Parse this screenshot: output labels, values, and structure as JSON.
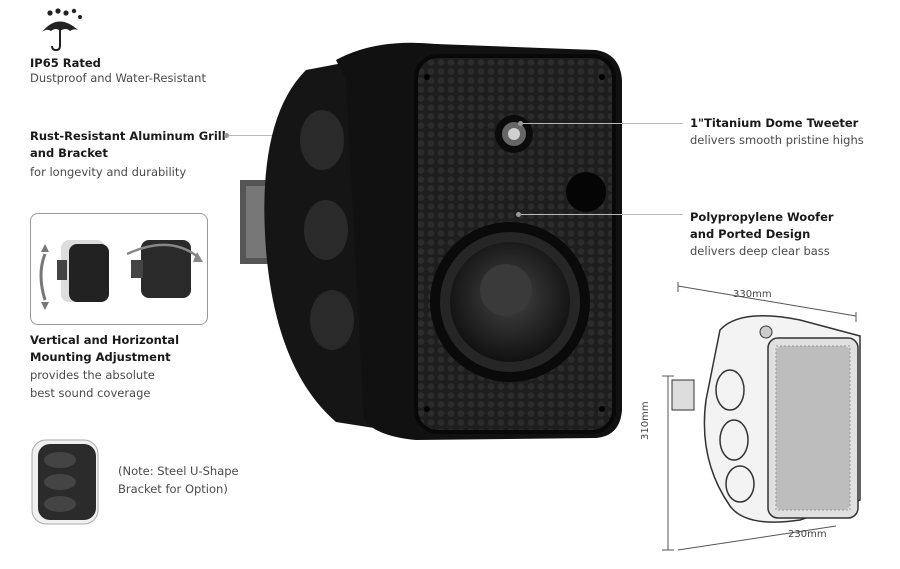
{
  "features": {
    "ip65": {
      "icon": "umbrella-rain-icon",
      "title": "IP65 Rated",
      "desc": "Dustproof and Water-Resistant"
    },
    "grill": {
      "title_line1": "Rust-Resistant Aluminum Grill",
      "title_line2": "and Bracket",
      "desc": "for longevity and durability"
    },
    "mount": {
      "title_line1": "Vertical and Horizontal",
      "title_line2": "Mounting Adjustment",
      "desc_line1": "provides the absolute",
      "desc_line2": "best sound coverage"
    },
    "note": {
      "line1": "(Note: Steel U-Shape",
      "line2": "Bracket for Option)"
    },
    "tweeter": {
      "title": "1\"Titanium Dome Tweeter",
      "desc": "delivers smooth pristine highs"
    },
    "woofer": {
      "title_line1": "Polypropylene Woofer",
      "title_line2": "and Ported Design",
      "desc": "delivers deep clear bass"
    }
  },
  "dimensions": {
    "width": "330mm",
    "height": "310mm",
    "depth": "230mm"
  }
}
